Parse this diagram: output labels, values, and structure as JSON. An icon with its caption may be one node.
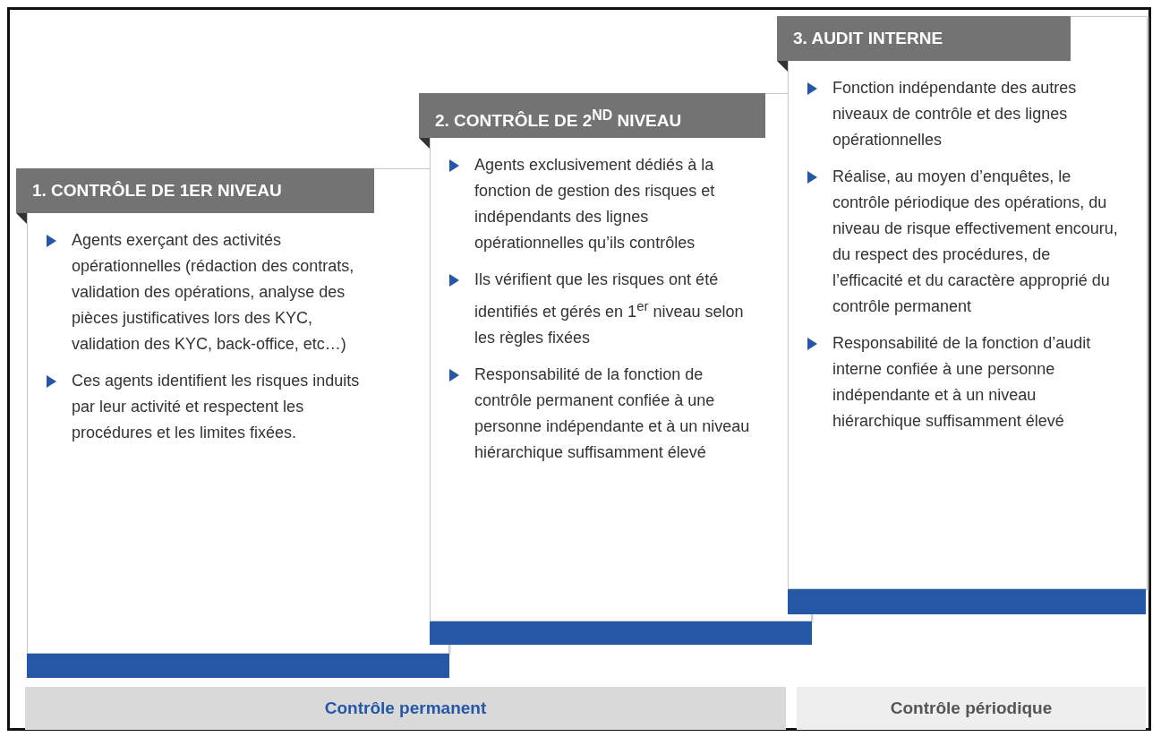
{
  "diagram": {
    "nodes": [
      {
        "text": [
          "1. CONTRÔLE DE 1ER NIVEAU",
          "Agents exerçant des activités opérationnelles (rédaction des contrats, validation des opérations, analyse des pièces justificatives lors des KYC, validation des KYC, back-office, etc…)",
          "Ces agents identifient les risques induits par leur activité et respectent les procédures et les limites fixées."
        ]
      },
      {
        "text": [
          "2. CONTRÔLE DE 2$^{ND}$ NIVEAU",
          "Agents exclusivement dédiés à la fonction de gestion des risques et indépendants des lignes opérationnelles qu’ils contrôles",
          "Ils vérifient que les risques ont été identifiés et gérés en 1$^{er}$ niveau selon les règles fixées",
          "Responsabilité de la fonction de contrôle permanent confiée à une personne indépendante et à un niveau hiérarchique suffisamment élevé"
        ]
      },
      {
        "text": [
          "3. AUDIT INTERNE",
          "Fonction indépendante des autres niveaux de contrôle et des lignes opérationnelles",
          "Réalise, au moyen d’enquêtes, le contrôle périodique des opérations, du niveau de risque effectivement encouru, du respect des procédures, de l’efficacité et du caractère approprié du contrôle permanent",
          "Responsabilité de la fonction d’audit interne confiée à une personne indépendante et à un niveau hiérarchique suffisamment élevé"
        ]
      },
      {
        "text": [
          "Contrôle permanent"
        ]
      },
      {
        "text": [
          "Contrôle périodique"
        ]
      }
    ],
    "edges": []
  }
}
